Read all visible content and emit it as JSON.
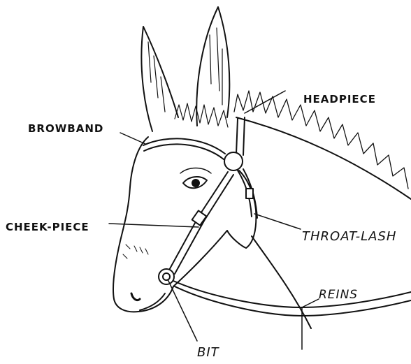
{
  "diagram": {
    "labels": {
      "headpiece": "HEADPIECE",
      "browband": "BROWBAND",
      "cheek_piece": "CHEEK-PIECE",
      "throat_lash": "THROAT-LASH",
      "reins": "REINS",
      "bit": "BIT"
    },
    "colors": {
      "ink": "#111111",
      "paper": "#ffffff"
    }
  }
}
